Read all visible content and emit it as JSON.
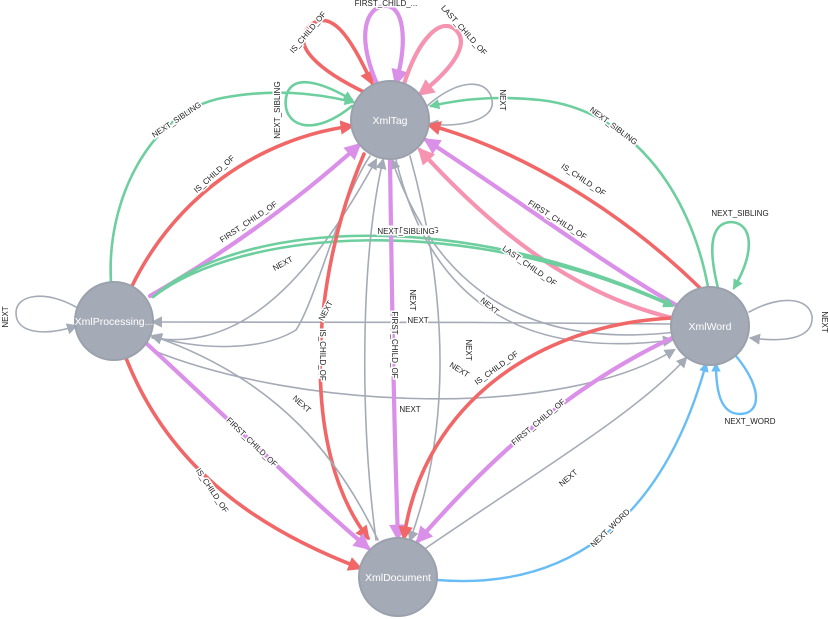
{
  "colors": {
    "IS_CHILD_OF": "#f16667",
    "FIRST_CHILD_OF": "#da8fe8",
    "LAST_CHILD_OF": "#f593b0",
    "NEXT_SIBLING": "#6dce9e",
    "NEXT": "#a5abb6",
    "NEXT_WORD": "#68bdf6",
    "node_fill": "#a5abb6",
    "node_text": "#ffffff"
  },
  "nodes": [
    {
      "id": "tag",
      "label": "XmlTag"
    },
    {
      "id": "proc",
      "label": "XmlProcessing..."
    },
    {
      "id": "word",
      "label": "XmlWord"
    },
    {
      "id": "doc",
      "label": "XmlDocument"
    }
  ],
  "edges": [
    {
      "id": "tag-tag-ischild",
      "from": "tag",
      "to": "tag",
      "type": "IS_CHILD_OF",
      "label": "IS_CHILD_OF"
    },
    {
      "id": "tag-tag-first",
      "from": "tag",
      "to": "tag",
      "type": "FIRST_CHILD_OF",
      "label": "FIRST_CHILD_..."
    },
    {
      "id": "tag-tag-last",
      "from": "tag",
      "to": "tag",
      "type": "LAST_CHILD_OF",
      "label": "LAST_CHILD_OF"
    },
    {
      "id": "tag-tag-sibling",
      "from": "tag",
      "to": "tag",
      "type": "NEXT_SIBLING",
      "label": "NEXT_SIBLING"
    },
    {
      "id": "tag-tag-next",
      "from": "tag",
      "to": "tag",
      "type": "NEXT",
      "label": "NEXT"
    },
    {
      "id": "proc-proc-next",
      "from": "proc",
      "to": "proc",
      "type": "NEXT",
      "label": "NEXT"
    },
    {
      "id": "word-word-sibling",
      "from": "word",
      "to": "word",
      "type": "NEXT_SIBLING",
      "label": "NEXT_SIBLING"
    },
    {
      "id": "word-word-next",
      "from": "word",
      "to": "word",
      "type": "NEXT",
      "label": "NEXT"
    },
    {
      "id": "word-word-nextword",
      "from": "word",
      "to": "word",
      "type": "NEXT_WORD",
      "label": "NEXT_WORD"
    },
    {
      "id": "proc-tag-sibling",
      "from": "proc",
      "to": "tag",
      "type": "NEXT_SIBLING",
      "label": "NEXT_SIBLING"
    },
    {
      "id": "proc-tag-ischild",
      "from": "proc",
      "to": "tag",
      "type": "IS_CHILD_OF",
      "label": "IS_CHILD_OF"
    },
    {
      "id": "proc-tag-first",
      "from": "proc",
      "to": "tag",
      "type": "FIRST_CHILD_OF",
      "label": "FIRST_CHILD_OF"
    },
    {
      "id": "proc-tag-next",
      "from": "proc",
      "to": "tag",
      "type": "NEXT",
      "label": "NEXT"
    },
    {
      "id": "tag-proc-next",
      "from": "tag",
      "to": "proc",
      "type": "NEXT",
      "label": "NEXT"
    },
    {
      "id": "word-tag-sibling",
      "from": "word",
      "to": "tag",
      "type": "NEXT_SIBLING",
      "label": "NEXT_SIBLING"
    },
    {
      "id": "word-tag-ischild",
      "from": "word",
      "to": "tag",
      "type": "IS_CHILD_OF",
      "label": "IS_CHILD_OF"
    },
    {
      "id": "word-tag-first",
      "from": "word",
      "to": "tag",
      "type": "FIRST_CHILD_OF",
      "label": "FIRST_CHILD_OF"
    },
    {
      "id": "word-tag-last",
      "from": "word",
      "to": "tag",
      "type": "LAST_CHILD_OF",
      "label": "LAST_CHILD_OF"
    },
    {
      "id": "word-tag-next",
      "from": "word",
      "to": "tag",
      "type": "NEXT",
      "label": "NEXT"
    },
    {
      "id": "tag-word-sibling",
      "from": "tag",
      "to": "word",
      "type": "NEXT_SIBLING",
      "label": "NEXT_SIBLING"
    },
    {
      "id": "tag-word-next",
      "from": "tag",
      "to": "word",
      "type": "NEXT",
      "label": "NEXT"
    },
    {
      "id": "proc-word-sibling",
      "from": "proc",
      "to": "word",
      "type": "NEXT_SIBLING",
      "label": "NEXT_SIBLING"
    },
    {
      "id": "word-proc-next",
      "from": "word",
      "to": "proc",
      "type": "NEXT",
      "label": "NEXT"
    },
    {
      "id": "proc-word-next",
      "from": "proc",
      "to": "word",
      "type": "NEXT",
      "label": "NEXT"
    },
    {
      "id": "tag-doc-ischild",
      "from": "tag",
      "to": "doc",
      "type": "IS_CHILD_OF",
      "label": "IS_CHILD_OF"
    },
    {
      "id": "tag-doc-first",
      "from": "tag",
      "to": "doc",
      "type": "FIRST_CHILD_OF",
      "label": "FIRST_CHILD_OF"
    },
    {
      "id": "tag-doc-next",
      "from": "tag",
      "to": "doc",
      "type": "NEXT",
      "label": "NEXT"
    },
    {
      "id": "doc-tag-next",
      "from": "doc",
      "to": "tag",
      "type": "NEXT",
      "label": "NEXT"
    },
    {
      "id": "proc-doc-ischild",
      "from": "proc",
      "to": "doc",
      "type": "IS_CHILD_OF",
      "label": "IS_CHILD_OF"
    },
    {
      "id": "proc-doc-first",
      "from": "proc",
      "to": "doc",
      "type": "FIRST_CHILD_OF",
      "label": "FIRST_CHILD_OF"
    },
    {
      "id": "doc-proc-next",
      "from": "doc",
      "to": "proc",
      "type": "NEXT",
      "label": "NEXT"
    },
    {
      "id": "word-doc-ischild",
      "from": "word",
      "to": "doc",
      "type": "IS_CHILD_OF",
      "label": "IS_CHILD_OF"
    },
    {
      "id": "word-doc-first",
      "from": "word",
      "to": "doc",
      "type": "FIRST_CHILD_OF",
      "label": "FIRST_CHILD_OF"
    },
    {
      "id": "doc-word-next",
      "from": "doc",
      "to": "word",
      "type": "NEXT",
      "label": "NEXT"
    },
    {
      "id": "doc-word-nextword",
      "from": "doc",
      "to": "word",
      "type": "NEXT_WORD",
      "label": "NEXT_WORD"
    }
  ]
}
